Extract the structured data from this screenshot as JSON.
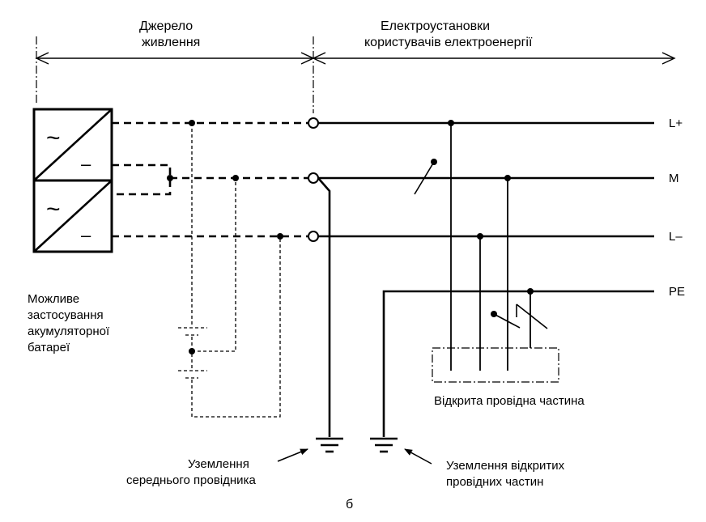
{
  "header": {
    "source_line1": "Джерело",
    "source_line2": "живлення",
    "consumer_line1": "Електроустановки",
    "consumer_line2": "користувачів електроенергії"
  },
  "buses": {
    "l_plus": "L+",
    "m": "M",
    "l_minus": "L–",
    "pe": "PE"
  },
  "converters": {
    "ac_symbol": "~",
    "dc_symbol": "–"
  },
  "battery_note": {
    "line1": "Можливе",
    "line2": "застосування",
    "line3": "акумуляторної",
    "line4": "батареї"
  },
  "exposed_part_label": "Відкрита провідна частина",
  "grounding": {
    "middle_line1": "Уземлення",
    "middle_line2": "середнього провідника",
    "exposed_line1": "Уземлення відкритих",
    "exposed_line2": "провідних частин"
  },
  "figure_label": "б"
}
